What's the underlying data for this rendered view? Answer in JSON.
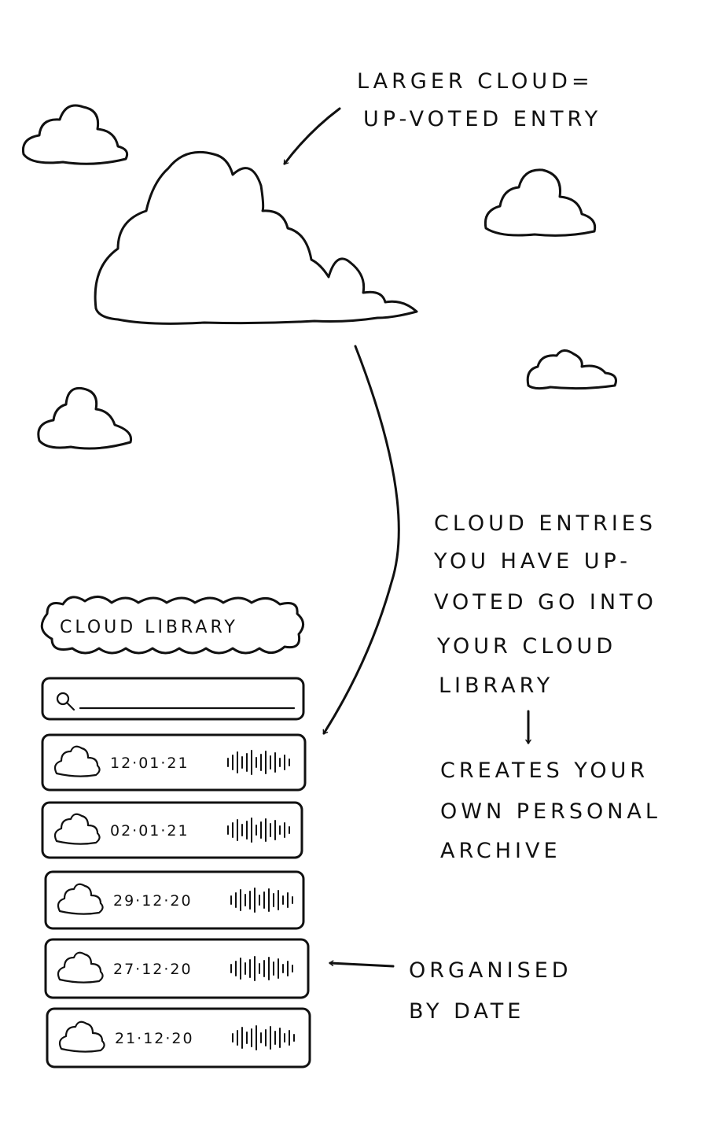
{
  "annotations": {
    "larger_cloud": [
      "LARGER CLOUD=",
      "UP-VOTED ENTRY"
    ],
    "library_note": [
      "CLOUD ENTRIES",
      "YOU HAVE UP-",
      "VOTED GO INTO",
      "YOUR CLOUD",
      "LIBRARY"
    ],
    "archive_note": [
      "CREATES YOUR",
      "OWN PERSONAL",
      "ARCHIVE"
    ],
    "organised_note": [
      "ORGANISED",
      "BY DATE"
    ]
  },
  "library": {
    "title": "CLOUD LIBRARY",
    "search_icon": "search-icon",
    "entries": [
      {
        "date": "12·01·21",
        "icon": "cloud-icon"
      },
      {
        "date": "02·01·21",
        "icon": "cloud-icon"
      },
      {
        "date": "29·12·20",
        "icon": "cloud-icon"
      },
      {
        "date": "27·12·20",
        "icon": "cloud-icon"
      },
      {
        "date": "21·12·20",
        "icon": "cloud-icon"
      }
    ]
  },
  "colors": {
    "ink": "#111111",
    "paper": "#ffffff"
  }
}
